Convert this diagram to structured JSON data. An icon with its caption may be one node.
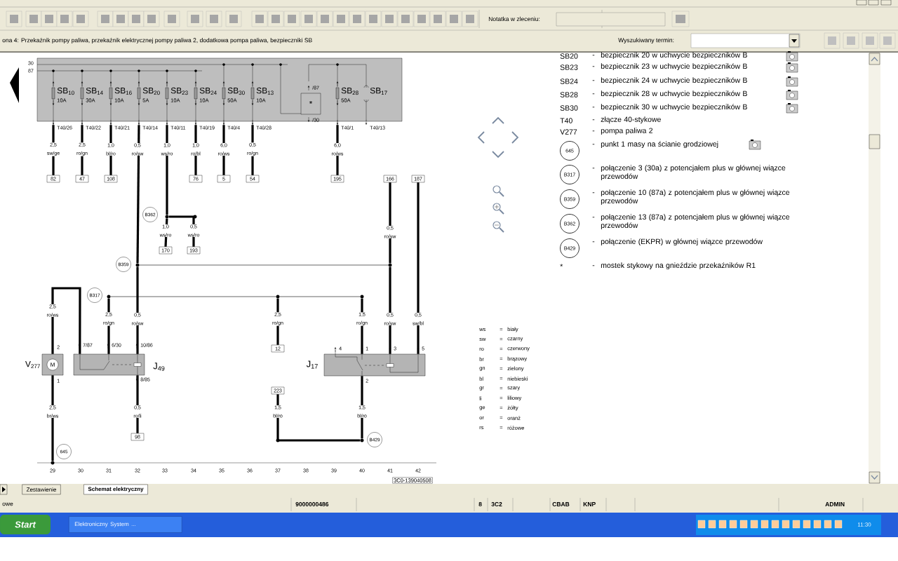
{
  "diagram": {
    "nodes": [
      {
        "text": [],
        "shape": "box"
      },
      {
        "text": [
          "SB$_{10}$",
          "10A"
        ],
        "beside": [
          "T40/26"
        ],
        "in": 0
      },
      {
        "text": [
          "SB$_{14}$",
          "30A"
        ],
        "beside": [
          "T40/22"
        ],
        "in": 0
      },
      {
        "text": [
          "SB$_{16}$",
          "10A"
        ],
        "beside": [
          "T40/21"
        ],
        "in": 0
      },
      {
        "text": [
          "SB$_{20}$",
          "5A"
        ],
        "beside": [
          "T40/14"
        ],
        "in": 0
      },
      {
        "text": [
          "SB$_{23}$",
          "10A"
        ],
        "beside": [
          "T40/11"
        ],
        "in": 0
      },
      {
        "text": [
          "SB$_{24}$",
          "10A"
        ],
        "beside": [
          "T40/19"
        ],
        "in": 0
      },
      {
        "text": [
          "SB$_{30}$",
          "50A"
        ],
        "beside": [
          "T40/4"
        ],
        "in": 0
      },
      {
        "text": [
          "SB$_{13}$",
          "10A"
        ],
        "beside": [
          "T40/28"
        ],
        "in": 0
      },
      {
        "text": [
          "*"
        ],
        "beside": [
          "/87",
          "/30"
        ],
        "in": 0
      },
      {
        "text": [
          "SB$_{28}$",
          "50A"
        ],
        "beside": [
          "T40/1"
        ],
        "in": 0
      },
      {
        "text": [
          "SB$_{17}$"
        ],
        "beside": [
          "T40/13"
        ],
        "in": 0
      },
      {
        "text": [
          "82"
        ]
      },
      {
        "text": [
          "47"
        ]
      },
      {
        "text": [
          "108"
        ]
      },
      {
        "text": [
          "76"
        ]
      },
      {
        "text": [
          "5"
        ]
      },
      {
        "text": [
          "54"
        ]
      },
      {
        "text": [
          "195"
        ]
      },
      {
        "text": [
          "166"
        ]
      },
      {
        "text": [
          "187"
        ]
      },
      {
        "text": [
          "B362"
        ]
      },
      {
        "text": [
          "170"
        ]
      },
      {
        "text": [
          "193"
        ]
      },
      {
        "text": [
          "B359"
        ]
      },
      {
        "text": [],
        "shape": "circle"
      },
      {
        "text": [
          "B317"
        ]
      },
      {
        "text": [],
        "shape": "circle"
      },
      {
        "text": [],
        "shape": "circle"
      },
      {
        "text": [
          "V$_{277}$",
          "M"
        ],
        "beside": [
          "2",
          "1"
        ]
      },
      {
        "text": [
          "J$_{49}$"
        ],
        "beside": [
          "7/87",
          "6/30",
          "10/86",
          "8/85"
        ]
      },
      {
        "text": [
          "12"
        ]
      },
      {
        "text": [
          "J$_{17}$"
        ],
        "beside": [
          "4",
          "1",
          "3",
          "5",
          "2"
        ]
      },
      {
        "text": [
          "223"
        ]
      },
      {
        "text": [
          "98"
        ]
      },
      {
        "text": [
          "B429"
        ]
      },
      {
        "text": [
          "645"
        ]
      }
    ],
    "edges": [
      {
        "from": 1,
        "to": 12,
        "arrow": "none",
        "label": "2,5 sw/ge"
      },
      {
        "from": 2,
        "to": 13,
        "arrow": "none",
        "label": "2,5 ro/gn"
      },
      {
        "from": 3,
        "to": 14,
        "arrow": "none",
        "label": "1,0 bl/ro"
      },
      {
        "from": 4,
        "to": 24,
        "arrow": "none",
        "label": "0,5 ro/sw"
      },
      {
        "from": 5,
        "to": 21,
        "arrow": "none",
        "label": "1,0 ws/ro"
      },
      {
        "from": 6,
        "to": 15,
        "arrow": "none",
        "label": "1,0 ro/bl"
      },
      {
        "from": 7,
        "to": 16,
        "arrow": "none",
        "label": "6,0 ro/ws"
      },
      {
        "from": 8,
        "to": 17,
        "arrow": "none",
        "label": "0,5 ro/gn"
      },
      {
        "from": 10,
        "to": 18,
        "arrow": "none",
        "label": "6,0 ro/ws"
      },
      {
        "from": 21,
        "to": 22,
        "arrow": "none",
        "label": "1,0 ws/ro"
      },
      {
        "from": 21,
        "to": 23,
        "arrow": "none",
        "label": "0,5 ws/ro"
      },
      {
        "from": 19,
        "to": 25,
        "arrow": "none",
        "label": "0,5 ro/sw"
      },
      {
        "from": 24,
        "to": 25,
        "arrow": "none"
      },
      {
        "from": 24,
        "to": 30,
        "arrow": "none",
        "label": "0,5 ro/sw"
      },
      {
        "from": 25,
        "to": 32,
        "arrow": "none",
        "label": "0,5 ro/sw"
      },
      {
        "from": 20,
        "to": 32,
        "arrow": "none",
        "label": "0,5 sw/bl"
      },
      {
        "from": 26,
        "to": 27,
        "arrow": "none"
      },
      {
        "from": 27,
        "to": 28,
        "arrow": "none"
      },
      {
        "from": 26,
        "to": 30,
        "arrow": "none",
        "label": "2,5 ro/gn"
      },
      {
        "from": 27,
        "to": 31,
        "arrow": "none",
        "label": "2,5 ro/gn"
      },
      {
        "from": 28,
        "to": 32,
        "arrow": "none",
        "label": "1,5 ro/gn"
      },
      {
        "from": 29,
        "to": 30,
        "arrow": "none",
        "label": "2,5 ro/ws"
      },
      {
        "from": 30,
        "to": 34,
        "arrow": "none",
        "label": "0,5 ro/li"
      },
      {
        "from": 29,
        "to": 36,
        "arrow": "none",
        "label": "2,5 br/ws"
      },
      {
        "from": 32,
        "to": 35,
        "arrow": "none",
        "label": "1,5 bl/ro"
      },
      {
        "from": 33,
        "to": 35,
        "arrow": "none",
        "label": "1,5 bl/ro"
      }
    ],
    "labels": [
      "Notatka w zleceniu:",
      "ona 4: Przekaźnik pompy paliwa, przekaźnik elektrycznej pompy paliwa 2, dodatkowa pompa paliwa, bezpieczniki SB",
      "Wyszukiwany termin:",
      "30",
      "87",
      "SB20",
      "-",
      "bezpiecznik 20 w uchwycie bezpieczników B",
      "SB23",
      "-",
      "bezpiecznik 23 w uchwycie bezpieczników B",
      "SB24",
      "-",
      "bezpiecznik 24 w uchwycie bezpieczników B",
      "SB28",
      "-",
      "bezpiecznik 28 w uchwycie bezpieczników B",
      "SB30",
      "-",
      "bezpiecznik 30 w uchwycie bezpieczników B",
      "T40",
      "-",
      "złącze 40-stykowe",
      "V277",
      "-",
      "pompa paliwa 2",
      "645",
      "-",
      "punkt 1 masy na ścianie grodziowej",
      "B317",
      "-",
      "połączenie 3 (30a) z potencjałem plus w głównej wiązce przewodów",
      "B359",
      "-",
      "połączenie 10 (87a) z potencjałem plus w głównej wiązce przewodów",
      "B362",
      "-",
      "połączenie 13 (87a) z potencjałem plus w głównej wiązce przewodów",
      "B429",
      "-",
      "połączenie (EKPR) w głównej wiązce przewodów",
      "*",
      "-",
      "mostek stykowy na gnieździe przekaźników R1",
      "ws",
      "=",
      "biały",
      "sw",
      "=",
      "czarny",
      "ro",
      "=",
      "czerwony",
      "br",
      "=",
      "brązowy",
      "gn",
      "=",
      "zielony",
      "bl",
      "=",
      "niebieski",
      "gr",
      "=",
      "szary",
      "li",
      "=",
      "liliowy",
      "ge",
      "=",
      "żółty",
      "or",
      "=",
      "oranż",
      "rs",
      "=",
      "różowe",
      "29",
      "30",
      "31",
      "32",
      "33",
      "34",
      "35",
      "36",
      "37",
      "38",
      "39",
      "40",
      "41",
      "42",
      "3C0-139040508",
      "Zestawienie",
      "Schemat elektryczny",
      "owe",
      "9000000486",
      "8",
      "3C2",
      "CBAB",
      "KNP",
      "ADMIN",
      "Start",
      "Elektroniczny System ...",
      "11:30"
    ]
  }
}
